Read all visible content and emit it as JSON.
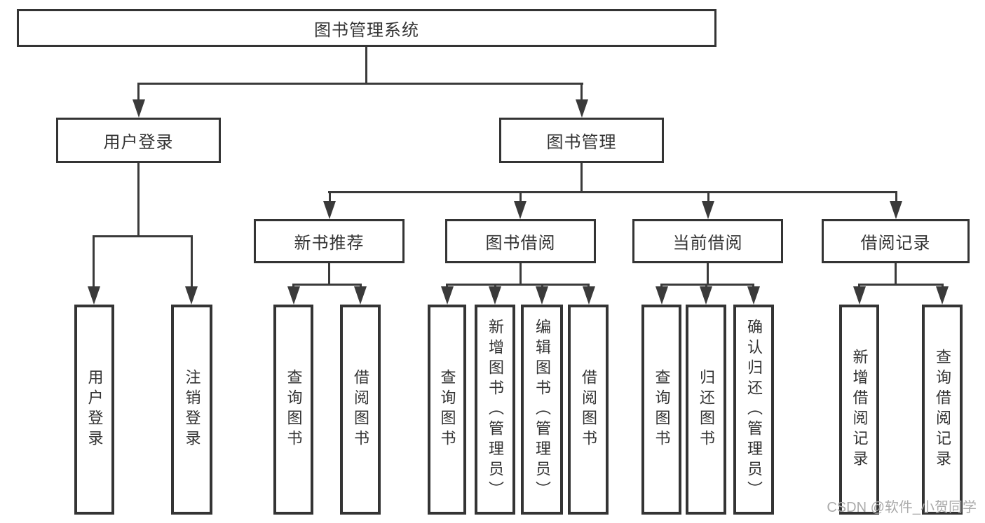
{
  "colors": {
    "background": "#ffffff",
    "box_border": "#343434",
    "connector_line": "#3a3a3a",
    "label_text": "#333333",
    "watermark_text": "#ababab"
  },
  "watermark": {
    "text": "CSDN @软件_小贺同学"
  },
  "tree": {
    "root": {
      "label": "图书管理系统"
    },
    "branches": [
      {
        "label": "用户登录",
        "children": [
          {
            "label": "用户登录"
          },
          {
            "label": "注销登录"
          }
        ]
      },
      {
        "label": "图书管理",
        "children": [
          {
            "label": "新书推荐",
            "children": [
              {
                "label": "查询图书"
              },
              {
                "label": "借阅图书"
              }
            ]
          },
          {
            "label": "图书借阅",
            "children": [
              {
                "label": "查询图书"
              },
              {
                "label": "新增图书（管理员）"
              },
              {
                "label": "编辑图书（管理员）"
              },
              {
                "label": "借阅图书"
              }
            ]
          },
          {
            "label": "当前借阅",
            "children": [
              {
                "label": "查询图书"
              },
              {
                "label": "归还图书"
              },
              {
                "label": "确认归还（管理员）"
              }
            ]
          },
          {
            "label": "借阅记录",
            "children": [
              {
                "label": "新增借阅记录"
              },
              {
                "label": "查询借阅记录"
              }
            ]
          }
        ]
      }
    ]
  }
}
